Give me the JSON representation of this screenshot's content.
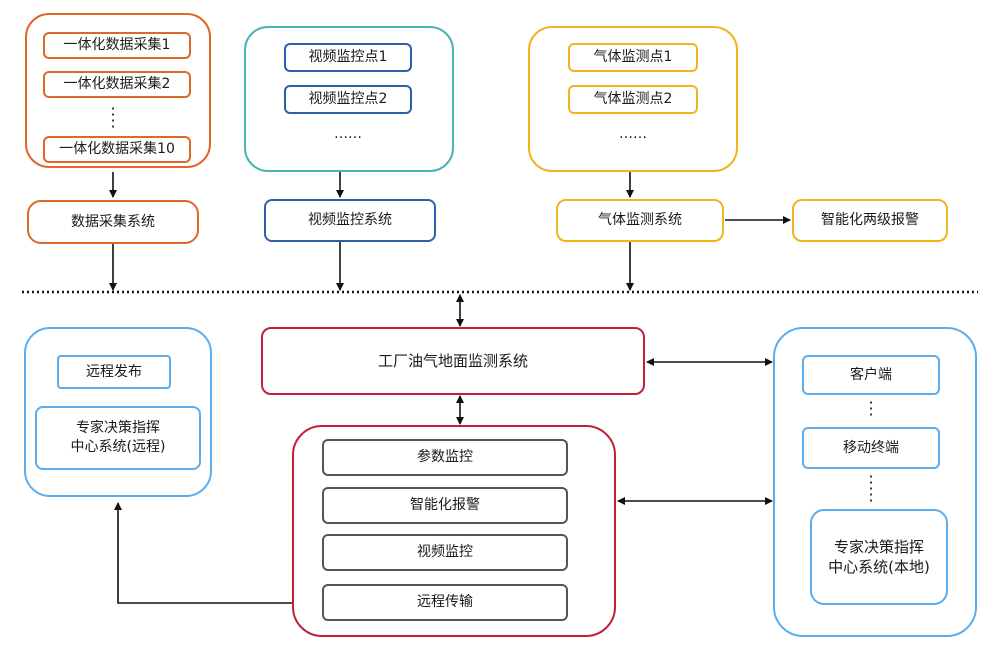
{
  "data_collection": {
    "items": [
      "一体化数据采集1",
      "一体化数据采集2",
      "一体化数据采集10"
    ],
    "system": "数据采集系统"
  },
  "video": {
    "items": [
      "视频监控点1",
      "视频监控点2"
    ],
    "ellipsis": "……",
    "system": "视频监控系统"
  },
  "gas": {
    "items": [
      "气体监测点1",
      "气体监测点2"
    ],
    "ellipsis": "……",
    "system": "气体监测系统",
    "alarm": "智能化两级报警"
  },
  "center": {
    "main": "工厂油气地面监测系统",
    "functions": [
      "参数监控",
      "智能化报警",
      "视频监控",
      "远程传输"
    ]
  },
  "remote": {
    "publish": "远程发布",
    "expert_line1": "专家决策指挥",
    "expert_line2": "中心系统(远程)"
  },
  "local": {
    "client": "客户端",
    "mobile": "移动终端",
    "expert_line1": "专家决策指挥",
    "expert_line2": "中心系统(本地)"
  }
}
